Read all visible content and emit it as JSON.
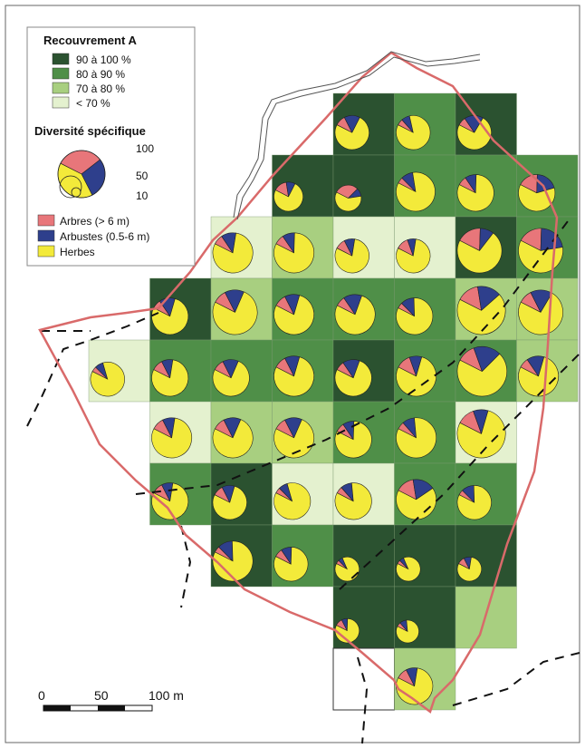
{
  "colors": {
    "cov_90_100": "#2b5230",
    "cov_80_90": "#4f8f48",
    "cov_70_80": "#a8cf80",
    "cov_lt70": "#e4f1cf",
    "trees": "#e8767a",
    "shrubs": "#2e3f8c",
    "herbs": "#f3ea3a",
    "boundary": "#d96a6a"
  },
  "legend": {
    "coverage_title": "Recouvrement A",
    "coverage_classes": [
      {
        "label": "90 à 100 %",
        "class": "4"
      },
      {
        "label": "80 à 90 %",
        "class": "3"
      },
      {
        "label": "70 à 80 %",
        "class": "2"
      },
      {
        "label": "< 70 %",
        "class": "1"
      }
    ],
    "diversity_title": "Diversité spécifique",
    "diversity_values": [
      "100",
      "50",
      "10"
    ],
    "layers": [
      {
        "label": "Arbres (> 6 m)",
        "color_key": "trees"
      },
      {
        "label": "Arbustes (0.5-6 m)",
        "color_key": "shrubs"
      },
      {
        "label": "Herbes",
        "color_key": "herbs"
      }
    ]
  },
  "scalebar": {
    "labels": [
      "0",
      "50",
      "100 m"
    ]
  },
  "grid": {
    "note": "Each plot: [row, col, coverage class 0-4, diversity, trees share, shrubs share]",
    "plots": [
      [
        0,
        4,
        4,
        30,
        0.1,
        0.15
      ],
      [
        0,
        5,
        3,
        30,
        0.06,
        0.08
      ],
      [
        0,
        6,
        4,
        30,
        0.08,
        0.18
      ],
      [
        1,
        3,
        4,
        20,
        0.15,
        0.1
      ],
      [
        1,
        4,
        4,
        15,
        0.3,
        0.1
      ],
      [
        1,
        5,
        3,
        42,
        0.05,
        0.1
      ],
      [
        1,
        6,
        3,
        36,
        0.08,
        0.1
      ],
      [
        1,
        7,
        3,
        36,
        0.18,
        0.2
      ],
      [
        2,
        2,
        1,
        45,
        0.08,
        0.12
      ],
      [
        2,
        3,
        2,
        45,
        0.08,
        0.1
      ],
      [
        2,
        4,
        1,
        30,
        0.1,
        0.1
      ],
      [
        2,
        5,
        1,
        30,
        0.12,
        0.08
      ],
      [
        2,
        6,
        4,
        58,
        0.18,
        0.1
      ],
      [
        2,
        7,
        3,
        58,
        0.18,
        0.22
      ],
      [
        3,
        1,
        4,
        36,
        0.08,
        0.14
      ],
      [
        3,
        2,
        2,
        58,
        0.1,
        0.14
      ],
      [
        3,
        3,
        3,
        45,
        0.1,
        0.12
      ],
      [
        3,
        4,
        3,
        45,
        0.08,
        0.15
      ],
      [
        3,
        5,
        3,
        36,
        0.05,
        0.12
      ],
      [
        3,
        6,
        2,
        70,
        0.15,
        0.16
      ],
      [
        3,
        7,
        2,
        58,
        0.1,
        0.16
      ],
      [
        4,
        0,
        1,
        30,
        0.05,
        0.08
      ],
      [
        4,
        1,
        3,
        36,
        0.1,
        0.1
      ],
      [
        4,
        2,
        3,
        36,
        0.1,
        0.14
      ],
      [
        4,
        3,
        3,
        45,
        0.1,
        0.12
      ],
      [
        4,
        4,
        4,
        36,
        0.08,
        0.15
      ],
      [
        4,
        5,
        3,
        45,
        0.12,
        0.1
      ],
      [
        4,
        6,
        3,
        75,
        0.12,
        0.18
      ],
      [
        4,
        7,
        2,
        45,
        0.08,
        0.14
      ],
      [
        5,
        1,
        1,
        45,
        0.1,
        0.1
      ],
      [
        5,
        2,
        2,
        45,
        0.1,
        0.14
      ],
      [
        5,
        3,
        2,
        45,
        0.1,
        0.14
      ],
      [
        5,
        4,
        3,
        36,
        0.08,
        0.1
      ],
      [
        5,
        5,
        3,
        45,
        0.06,
        0.1
      ],
      [
        5,
        6,
        1,
        70,
        0.12,
        0.1
      ],
      [
        6,
        1,
        3,
        36,
        0.1,
        0.1
      ],
      [
        6,
        2,
        4,
        30,
        0.1,
        0.12
      ],
      [
        6,
        3,
        1,
        36,
        0.05,
        0.08
      ],
      [
        6,
        4,
        1,
        36,
        0.06,
        0.1
      ],
      [
        6,
        5,
        3,
        45,
        0.15,
        0.18
      ],
      [
        6,
        6,
        3,
        30,
        0.05,
        0.12
      ],
      [
        7,
        2,
        4,
        45,
        0.05,
        0.12
      ],
      [
        7,
        3,
        3,
        30,
        0.08,
        0.1
      ],
      [
        7,
        4,
        4,
        12,
        0.05,
        0.06
      ],
      [
        7,
        5,
        4,
        12,
        0.05,
        0.06
      ],
      [
        7,
        6,
        4,
        12,
        0.1,
        0.1
      ],
      [
        8,
        4,
        4,
        12,
        0.1,
        0.08
      ],
      [
        8,
        5,
        4,
        10,
        0.06,
        0.1
      ],
      [
        8,
        6,
        2,
        0,
        0,
        0
      ],
      [
        9,
        4,
        0,
        0,
        0,
        0
      ],
      [
        9,
        5,
        2,
        36,
        0.1,
        0.1
      ]
    ]
  }
}
